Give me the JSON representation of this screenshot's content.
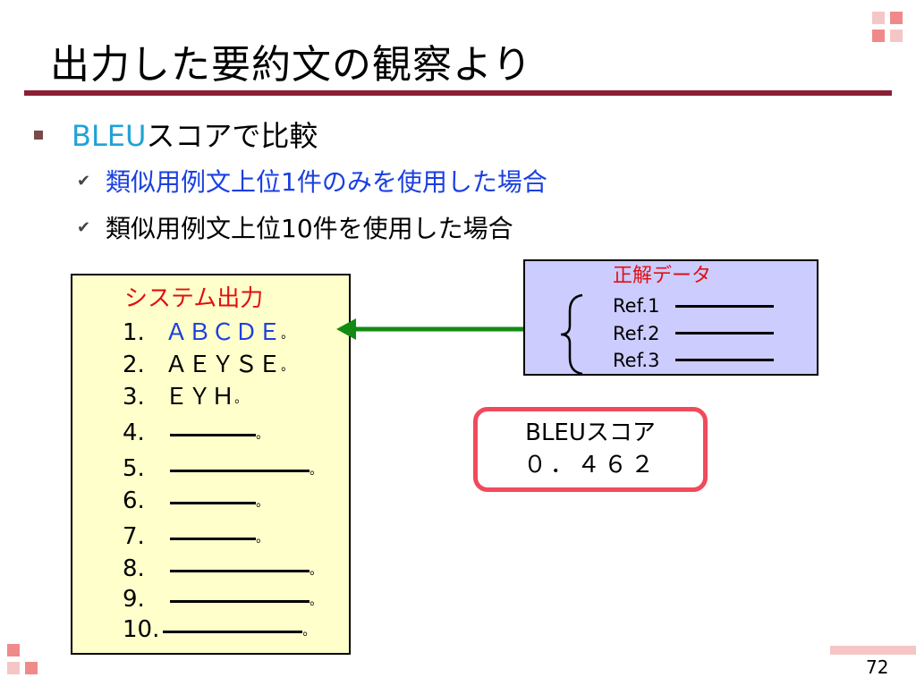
{
  "title": "出力した要約文の観察より",
  "bullet": {
    "prefix": "BLEU",
    "suffix": "スコアで比較"
  },
  "subbullets": [
    "類似用例文上位1件のみを使用した場合",
    "類似用例文上位10件を使用した場合"
  ],
  "system_output": {
    "title": "システム出力",
    "rows": [
      {
        "num": "1.",
        "text": "ＡＢＣＤＥ",
        "end": "。"
      },
      {
        "num": "2.",
        "text": "ＡＥＹＳＥ",
        "end": "。"
      },
      {
        "num": "3.",
        "text": "ＥＹＨ",
        "end": "。"
      },
      {
        "num": "4.",
        "text": "",
        "end": "。"
      },
      {
        "num": "5.",
        "text": "",
        "end": "。"
      },
      {
        "num": "6.",
        "text": "",
        "end": "。"
      },
      {
        "num": "7.",
        "text": "",
        "end": "。"
      },
      {
        "num": "8.",
        "text": "",
        "end": "。"
      },
      {
        "num": "9.",
        "text": "",
        "end": "。"
      },
      {
        "num": "10.",
        "text": "",
        "end": "。"
      }
    ]
  },
  "reference": {
    "title": "正解データ",
    "refs": [
      "Ref.1",
      "Ref.2",
      "Ref.3"
    ]
  },
  "score": {
    "label": "BLEUスコア",
    "value": "０．４６２"
  },
  "page_number": "72",
  "colors": {
    "title_rule": "#8b1f34",
    "accent_blue": "#1a3fe0",
    "bleu_cyan": "#1fa3d6",
    "red_text": "#e01010",
    "arrow_green": "#138a13",
    "score_border": "#f14a5c",
    "deco_pink": "#f5c6c6",
    "deco_red": "#f08a8a"
  }
}
